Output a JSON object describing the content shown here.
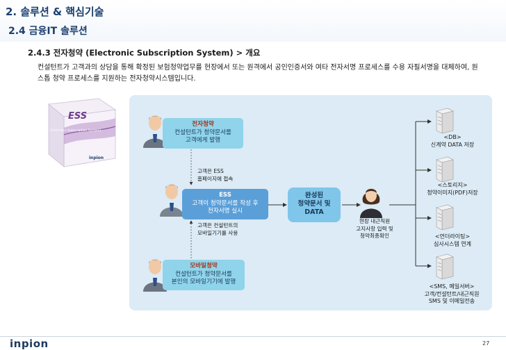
{
  "header": {
    "title": "2. 솔루션 & 핵심기술",
    "subtitle": "2.4 금융IT 솔루션"
  },
  "section": {
    "heading": "2.4.3 전자청약 (Electronic Subscription System) > 개요",
    "intro": "컨설턴트가 고객과의 상담을 통해 확정된 보험청약업무를 현장에서 또는 원격에서  공인인증서와  여타 전자서명 프로세스를 수용 자필서명을 대체하여, 원스톱 청약 프로세스를 지원하는 전자청약시스템입니다."
  },
  "product_box": {
    "name": "ESS",
    "caption": "(Electronic Subscription System)",
    "brand": "inpion"
  },
  "diagram": {
    "top_box": {
      "title": "전자청약",
      "line1": "컨설턴트가 청약문서를",
      "line2": "고객에게 발행"
    },
    "mid_note_1": {
      "line1": "고객은 ESS",
      "line2": "홈페이지에 접속"
    },
    "ess_box": {
      "title": "ESS",
      "line1": "고객이 청약문서를 작성 후",
      "line2": "전자서명 실시"
    },
    "mid_note_2": {
      "line1": "고객은 컨설턴트의",
      "line2": "모바일기기를 사용"
    },
    "bottom_box": {
      "title": "모바일청약",
      "line1": "컨설턴트가 청약문서를",
      "line2": "본인의 모바일기기에 발행"
    },
    "center_box": {
      "line1": "완성된",
      "line2": "청약문서 및",
      "line3": "DATA"
    },
    "staff_note": {
      "line1": "현장 내근직원",
      "line2": "고지사항 입력  및",
      "line3": "청약최종확인"
    },
    "servers": [
      {
        "line1": "<DB>",
        "line2": "신계약 DATA 저장"
      },
      {
        "line1": "<스토리지>",
        "line2": "청약이미지(PDF)저장"
      },
      {
        "line1": "<언더라이팅>",
        "line2": "심사시스템 연계"
      },
      {
        "line1": "<SMS, 메일서버>",
        "line2": "고객/컨설턴트/내근직원",
        "line3": "SMS 및 이메일전송"
      }
    ]
  },
  "footer": {
    "logo_text": "inpion",
    "page_number": "27"
  }
}
